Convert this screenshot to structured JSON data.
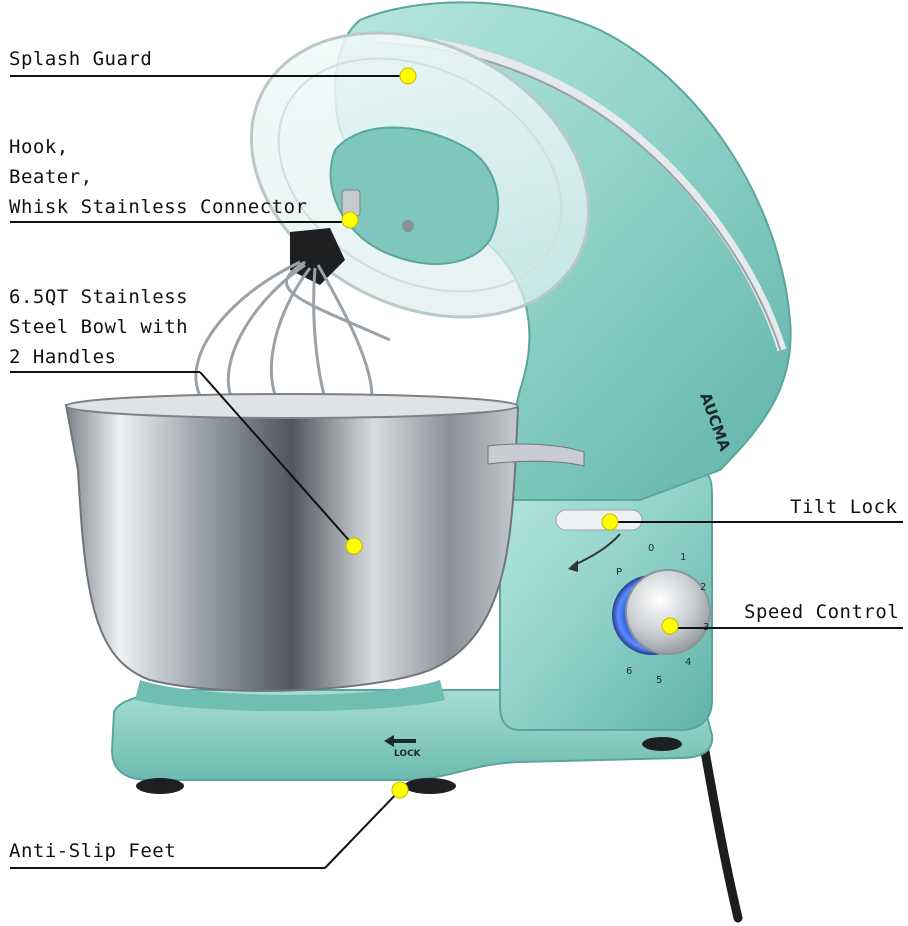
{
  "product": {
    "brand_logo": "AUCMA",
    "base_marking": "LOCK",
    "dial_numbers": [
      "0",
      "1",
      "2",
      "3",
      "4",
      "5",
      "6",
      "P"
    ],
    "body_color": "#93d4cc",
    "dot_color": "#ffff00"
  },
  "callouts": {
    "splash_guard": "Splash Guard",
    "connector": [
      "Hook,",
      "Beater,",
      "Whisk Stainless Connector"
    ],
    "bowl": [
      "6.5QT Stainless",
      "Steel Bowl with",
      "2 Handles"
    ],
    "tilt_lock": "Tilt Lock",
    "speed_control": "Speed Control",
    "anti_slip_feet": "Anti-Slip Feet"
  }
}
